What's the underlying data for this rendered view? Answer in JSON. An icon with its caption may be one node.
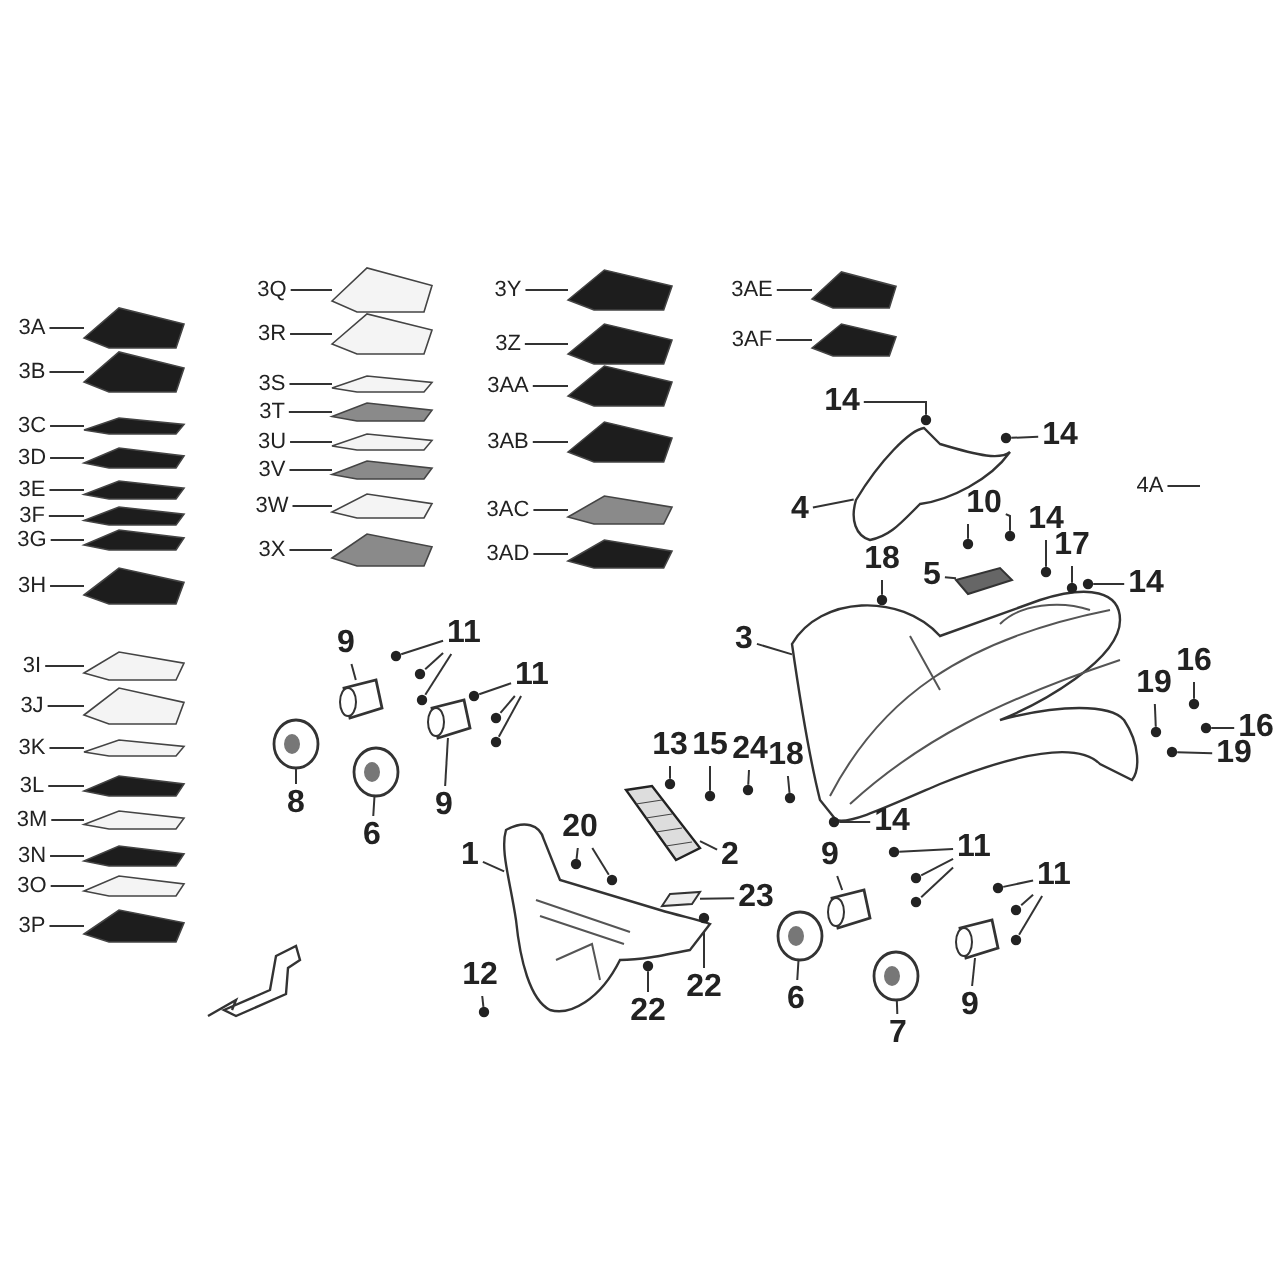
{
  "diagram": {
    "nodes": [
      {
        "text": [
          "3A"
        ]
      },
      {
        "text": [
          "3B"
        ]
      },
      {
        "text": [
          "3C"
        ]
      },
      {
        "text": [
          "3D"
        ]
      },
      {
        "text": [
          "3E"
        ]
      },
      {
        "text": [
          "3F"
        ]
      },
      {
        "text": [
          "3G"
        ]
      },
      {
        "text": [
          "3H"
        ]
      },
      {
        "text": [
          "3I"
        ]
      },
      {
        "text": [
          "3J"
        ]
      },
      {
        "text": [
          "3K"
        ]
      },
      {
        "text": [
          "3L"
        ]
      },
      {
        "text": [
          "3M"
        ]
      },
      {
        "text": [
          "3N"
        ]
      },
      {
        "text": [
          "3O"
        ]
      },
      {
        "text": [
          "3P"
        ]
      },
      {
        "text": [
          "3Q"
        ]
      },
      {
        "text": [
          "3R"
        ]
      },
      {
        "text": [
          "3S"
        ]
      },
      {
        "text": [
          "3T"
        ]
      },
      {
        "text": [
          "3U"
        ]
      },
      {
        "text": [
          "3V"
        ]
      },
      {
        "text": [
          "3W"
        ]
      },
      {
        "text": [
          "3X"
        ]
      },
      {
        "text": [
          "3Y"
        ]
      },
      {
        "text": [
          "3Z"
        ]
      },
      {
        "text": [
          "3AA"
        ]
      },
      {
        "text": [
          "3AB"
        ]
      },
      {
        "text": [
          "3AC"
        ]
      },
      {
        "text": [
          "3AD"
        ]
      },
      {
        "text": [
          "3AE"
        ]
      },
      {
        "text": [
          "3AF"
        ]
      },
      {
        "text": [
          "4A"
        ]
      },
      {
        "text": [
          "14"
        ]
      },
      {
        "text": [
          "14"
        ]
      },
      {
        "text": [
          "4"
        ]
      },
      {
        "text": [
          "10"
        ]
      },
      {
        "text": [
          "14"
        ]
      },
      {
        "text": [
          "17"
        ]
      },
      {
        "text": [
          "14"
        ]
      },
      {
        "text": [
          "5"
        ]
      },
      {
        "text": [
          "18"
        ]
      },
      {
        "text": [
          "3"
        ]
      },
      {
        "text": [
          "16"
        ]
      },
      {
        "text": [
          "19"
        ]
      },
      {
        "text": [
          "16"
        ]
      },
      {
        "text": [
          "19"
        ]
      },
      {
        "text": [
          "18"
        ]
      },
      {
        "text": [
          "14"
        ]
      },
      {
        "text": [
          "13"
        ]
      },
      {
        "text": [
          "15"
        ]
      },
      {
        "text": [
          "24"
        ]
      },
      {
        "text": [
          "2"
        ]
      },
      {
        "text": [
          "1"
        ]
      },
      {
        "text": [
          "20"
        ]
      },
      {
        "text": [
          "23"
        ]
      },
      {
        "text": [
          "12"
        ]
      },
      {
        "text": [
          "22"
        ]
      },
      {
        "text": [
          "22"
        ]
      },
      {
        "text": [
          "9"
        ]
      },
      {
        "text": [
          "11"
        ]
      },
      {
        "text": [
          "11"
        ]
      },
      {
        "text": [
          "8"
        ]
      },
      {
        "text": [
          "9"
        ]
      },
      {
        "text": [
          "6"
        ]
      },
      {
        "text": [
          "9"
        ]
      },
      {
        "text": [
          "11"
        ]
      },
      {
        "text": [
          "11"
        ]
      },
      {
        "text": [
          "6"
        ]
      },
      {
        "text": [
          "7"
        ]
      },
      {
        "text": [
          "9"
        ]
      },
      {
        "text": [],
        "shape": "picture"
      },
      {
        "text": [],
        "shape": "picture"
      },
      {
        "text": [],
        "shape": "picture"
      },
      {
        "text": [],
        "shape": "picture"
      },
      {
        "text": [],
        "shape": "picture"
      },
      {
        "text": [],
        "shape": "picture"
      },
      {
        "text": [],
        "shape": "picture"
      },
      {
        "text": [],
        "shape": "picture"
      },
      {
        "text": [],
        "shape": "picture"
      },
      {
        "text": [],
        "shape": "picture"
      },
      {
        "text": [],
        "shape": "picture"
      },
      {
        "text": [],
        "shape": "picture"
      },
      {
        "text": [],
        "shape": "picture"
      },
      {
        "text": [],
        "shape": "picture"
      },
      {
        "text": [],
        "shape": "picture"
      },
      {
        "text": [],
        "shape": "picture"
      },
      {
        "text": [],
        "shape": "picture"
      },
      {
        "text": [],
        "shape": "picture"
      },
      {
        "text": [],
        "shape": "picture"
      },
      {
        "text": [],
        "shape": "picture"
      },
      {
        "text": [],
        "shape": "picture"
      },
      {
        "text": [],
        "shape": "picture"
      },
      {
        "text": [],
        "shape": "picture"
      },
      {
        "text": [],
        "shape": "picture"
      },
      {
        "text": [],
        "shape": "picture"
      },
      {
        "text": [],
        "shape": "picture"
      },
      {
        "text": [],
        "shape": "picture"
      },
      {
        "text": [],
        "shape": "picture"
      },
      {
        "text": [],
        "shape": "picture"
      },
      {
        "text": [],
        "shape": "picture"
      },
      {
        "text": [],
        "shape": "picture"
      },
      {
        "text": [],
        "shape": "picture"
      },
      {
        "text": [],
        "shape": "picture"
      },
      {
        "text": [],
        "shape": "picture"
      },
      {
        "text": [],
        "shape": "picture"
      },
      {
        "text": [],
        "shape": "picture"
      },
      {
        "text": [],
        "shape": "picture"
      },
      {
        "text": [],
        "shape": "picture"
      },
      {
        "text": [],
        "shape": "picture"
      },
      {
        "text": [],
        "shape": "picture"
      },
      {
        "text": [],
        "shape": "picture"
      },
      {
        "text": [],
        "shape": "picture"
      },
      {
        "text": [],
        "shape": "picture"
      },
      {
        "text": [],
        "shape": "picture"
      },
      {
        "text": [],
        "shape": "picture"
      },
      {
        "text": [],
        "shape": "picture"
      },
      {
        "text": [],
        "shape": "circle"
      },
      {
        "text": [],
        "shape": "circle"
      },
      {
        "text": [],
        "shape": "circle"
      },
      {
        "text": [],
        "shape": "circle"
      },
      {
        "text": [],
        "shape": "circle"
      },
      {
        "text": [],
        "shape": "circle"
      },
      {
        "text": [],
        "shape": "circle"
      },
      {
        "text": [],
        "shape": "circle"
      },
      {
        "text": [],
        "shape": "circle"
      },
      {
        "text": [],
        "shape": "circle"
      },
      {
        "text": [],
        "shape": "circle"
      },
      {
        "text": [],
        "shape": "circle"
      },
      {
        "text": [],
        "shape": "circle"
      },
      {
        "text": [],
        "shape": "circle"
      },
      {
        "text": [],
        "shape": "circle"
      },
      {
        "text": [],
        "shape": "circle"
      },
      {
        "text": [],
        "shape": "circle"
      },
      {
        "text": [],
        "shape": "circle"
      },
      {
        "text": [],
        "shape": "circle"
      },
      {
        "text": [],
        "shape": "circle"
      },
      {
        "text": [],
        "shape": "circle"
      },
      {
        "text": [],
        "shape": "circle"
      },
      {
        "text": [],
        "shape": "circle"
      },
      {
        "text": [],
        "shape": "circle"
      },
      {
        "text": [],
        "shape": "circle"
      },
      {
        "text": [],
        "shape": "circle"
      },
      {
        "text": [],
        "shape": "circle"
      },
      {
        "text": [],
        "shape": "circle"
      },
      {
        "text": [],
        "shape": "circle"
      },
      {
        "text": [],
        "shape": "circle"
      },
      {
        "text": [],
        "shape": "circle"
      },
      {
        "text": [],
        "shape": "circle"
      },
      {
        "text": [],
        "shape": "circle"
      },
      {
        "text": [],
        "shape": "circle"
      }
    ],
    "edges": [
      {
        "from": 0,
        "to": 71,
        "arrow": "none"
      },
      {
        "from": 1,
        "to": 72,
        "arrow": "none"
      },
      {
        "from": 2,
        "to": 73,
        "arrow": "none"
      },
      {
        "from": 3,
        "to": 74,
        "arrow": "none"
      },
      {
        "from": 4,
        "to": 75,
        "arrow": "none"
      },
      {
        "from": 5,
        "to": 76,
        "arrow": "none"
      },
      {
        "from": 6,
        "to": 77,
        "arrow": "none"
      },
      {
        "from": 7,
        "to": 78,
        "arrow": "none"
      },
      {
        "from": 8,
        "to": 79,
        "arrow": "none"
      },
      {
        "from": 9,
        "to": 80,
        "arrow": "none"
      },
      {
        "from": 10,
        "to": 81,
        "arrow": "none"
      },
      {
        "from": 11,
        "to": 82,
        "arrow": "none"
      },
      {
        "from": 12,
        "to": 83,
        "arrow": "none"
      },
      {
        "from": 13,
        "to": 84,
        "arrow": "none"
      },
      {
        "from": 14,
        "to": 85,
        "arrow": "none"
      },
      {
        "from": 15,
        "to": 86,
        "arrow": "none"
      },
      {
        "from": 16,
        "to": 87,
        "arrow": "none"
      },
      {
        "from": 17,
        "to": 88,
        "arrow": "none"
      },
      {
        "from": 18,
        "to": 89,
        "arrow": "none"
      },
      {
        "from": 19,
        "to": 90,
        "arrow": "none"
      },
      {
        "from": 20,
        "to": 91,
        "arrow": "none"
      },
      {
        "from": 21,
        "to": 92,
        "arrow": "none"
      },
      {
        "from": 22,
        "to": 93,
        "arrow": "none"
      },
      {
        "from": 23,
        "to": 94,
        "arrow": "none"
      },
      {
        "from": 24,
        "to": 95,
        "arrow": "none"
      },
      {
        "from": 25,
        "to": 96,
        "arrow": "none"
      },
      {
        "from": 26,
        "to": 97,
        "arrow": "none"
      },
      {
        "from": 27,
        "to": 98,
        "arrow": "none"
      },
      {
        "from": 28,
        "to": 99,
        "arrow": "none"
      },
      {
        "from": 29,
        "to": 100,
        "arrow": "none"
      },
      {
        "from": 30,
        "to": 101,
        "arrow": "none"
      },
      {
        "from": 31,
        "to": 102,
        "arrow": "none"
      },
      {
        "from": 32,
        "to": null,
        "arrow": "none"
      },
      {
        "from": 33,
        "to": 117,
        "arrow": "none"
      },
      {
        "from": 34,
        "to": 118,
        "arrow": "none"
      },
      {
        "from": 35,
        "to": 103,
        "arrow": "none"
      },
      {
        "from": 36,
        "to": 119,
        "arrow": "none"
      },
      {
        "from": 37,
        "to": 121,
        "arrow": "none"
      },
      {
        "from": 38,
        "to": 122,
        "arrow": "none"
      },
      {
        "from": 39,
        "to": 123,
        "arrow": "none"
      },
      {
        "from": 40,
        "to": 104,
        "arrow": "none"
      },
      {
        "from": 41,
        "to": 124,
        "arrow": "none"
      },
      {
        "from": 42,
        "to": 105,
        "arrow": "none"
      },
      {
        "from": 43,
        "to": 125,
        "arrow": "none"
      },
      {
        "from": 44,
        "to": 126,
        "arrow": "none"
      },
      {
        "from": 45,
        "to": 127,
        "arrow": "none"
      },
      {
        "from": 46,
        "to": 128,
        "arrow": "none"
      },
      {
        "from": 47,
        "to": 129,
        "arrow": "none"
      },
      {
        "from": 48,
        "to": 130,
        "arrow": "none"
      },
      {
        "from": 49,
        "to": 131,
        "arrow": "none"
      },
      {
        "from": 50,
        "to": 132,
        "arrow": "none"
      },
      {
        "from": 51,
        "to": 133,
        "arrow": "none"
      },
      {
        "from": 52,
        "to": 107,
        "arrow": "none"
      },
      {
        "from": 53,
        "to": 106,
        "arrow": "none"
      },
      {
        "from": 54,
        "to": 134,
        "arrow": "none"
      },
      {
        "from": 55,
        "to": 108,
        "arrow": "none"
      },
      {
        "from": 56,
        "to": 136,
        "arrow": "none"
      },
      {
        "from": 57,
        "to": 137,
        "arrow": "none"
      },
      {
        "from": 58,
        "to": 138,
        "arrow": "none"
      },
      {
        "from": 59,
        "to": 110,
        "arrow": "none"
      },
      {
        "from": 60,
        "to": 139,
        "arrow": "none"
      },
      {
        "from": 61,
        "to": 142,
        "arrow": "none"
      },
      {
        "from": 62,
        "to": 109,
        "arrow": "none"
      },
      {
        "from": 63,
        "to": 112,
        "arrow": "none"
      },
      {
        "from": 64,
        "to": 111,
        "arrow": "none"
      },
      {
        "from": 65,
        "to": 114,
        "arrow": "none"
      },
      {
        "from": 66,
        "to": 145,
        "arrow": "none"
      },
      {
        "from": 67,
        "to": 148,
        "arrow": "none"
      },
      {
        "from": 68,
        "to": 113,
        "arrow": "none"
      },
      {
        "from": 69,
        "to": 115,
        "arrow": "none"
      },
      {
        "from": 70,
        "to": 116,
        "arrow": "none"
      },
      {
        "from": 36,
        "to": 120,
        "arrow": "none"
      },
      {
        "from": 54,
        "to": 135,
        "arrow": "none"
      },
      {
        "from": 60,
        "to": 140,
        "arrow": "none"
      },
      {
        "from": 60,
        "to": 141,
        "arrow": "none"
      },
      {
        "from": 61,
        "to": 143,
        "arrow": "none"
      },
      {
        "from": 61,
        "to": 144,
        "arrow": "none"
      },
      {
        "from": 66,
        "to": 146,
        "arrow": "none"
      },
      {
        "from": 66,
        "to": 147,
        "arrow": "none"
      },
      {
        "from": 67,
        "to": 149,
        "arrow": "none"
      },
      {
        "from": 67,
        "to": 150,
        "arrow": "none"
      }
    ]
  }
}
